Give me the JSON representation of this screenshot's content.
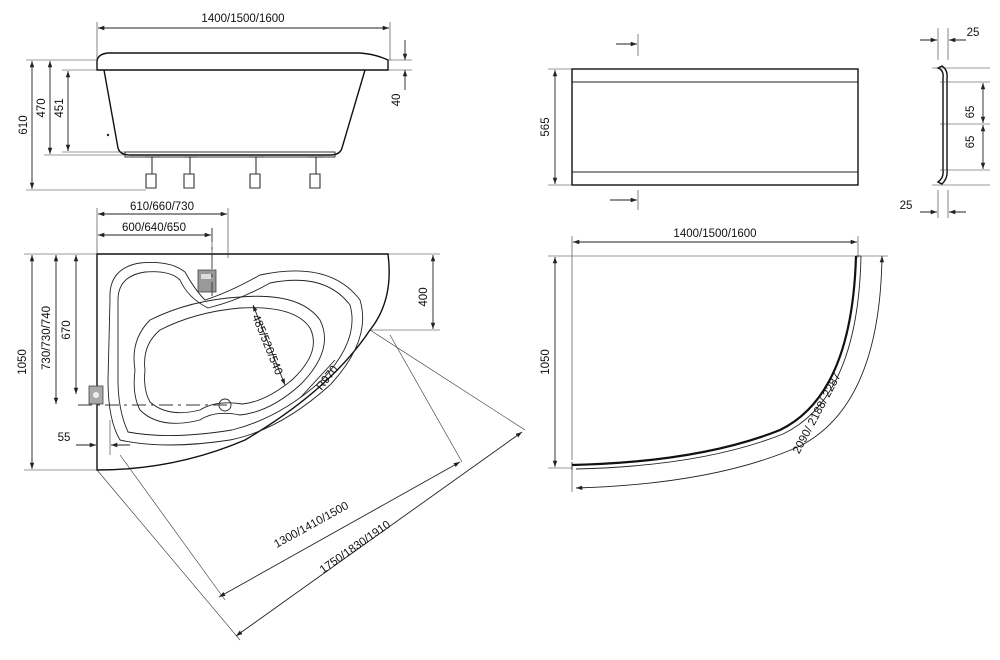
{
  "side_view": {
    "length": "1400/1500/1600",
    "h_total": "610",
    "h_rim": "470",
    "h_inner": "451",
    "rim_thickness": "40"
  },
  "panel_front": {
    "height": "565"
  },
  "panel_profile": {
    "top_offset": "25",
    "bottom_offset": "25",
    "upper_section": "65",
    "lower_section": "65"
  },
  "top_view": {
    "width_outer": "610/660/730",
    "width_inner": "600/640/650",
    "depth_total": "1050",
    "depth_outer": "730/730/740",
    "depth_inner": "670",
    "drain_offset": "55",
    "bevel": "400",
    "basin_width": "485/520/540",
    "radius": "R970",
    "diagonal_inner": "1300/1410/1500",
    "diagonal_outer": "1750/1830/1910"
  },
  "curved_panel": {
    "length": "1400/1500/1600",
    "height": "1050",
    "arc_length": "2090/ 2188/ 2287"
  }
}
